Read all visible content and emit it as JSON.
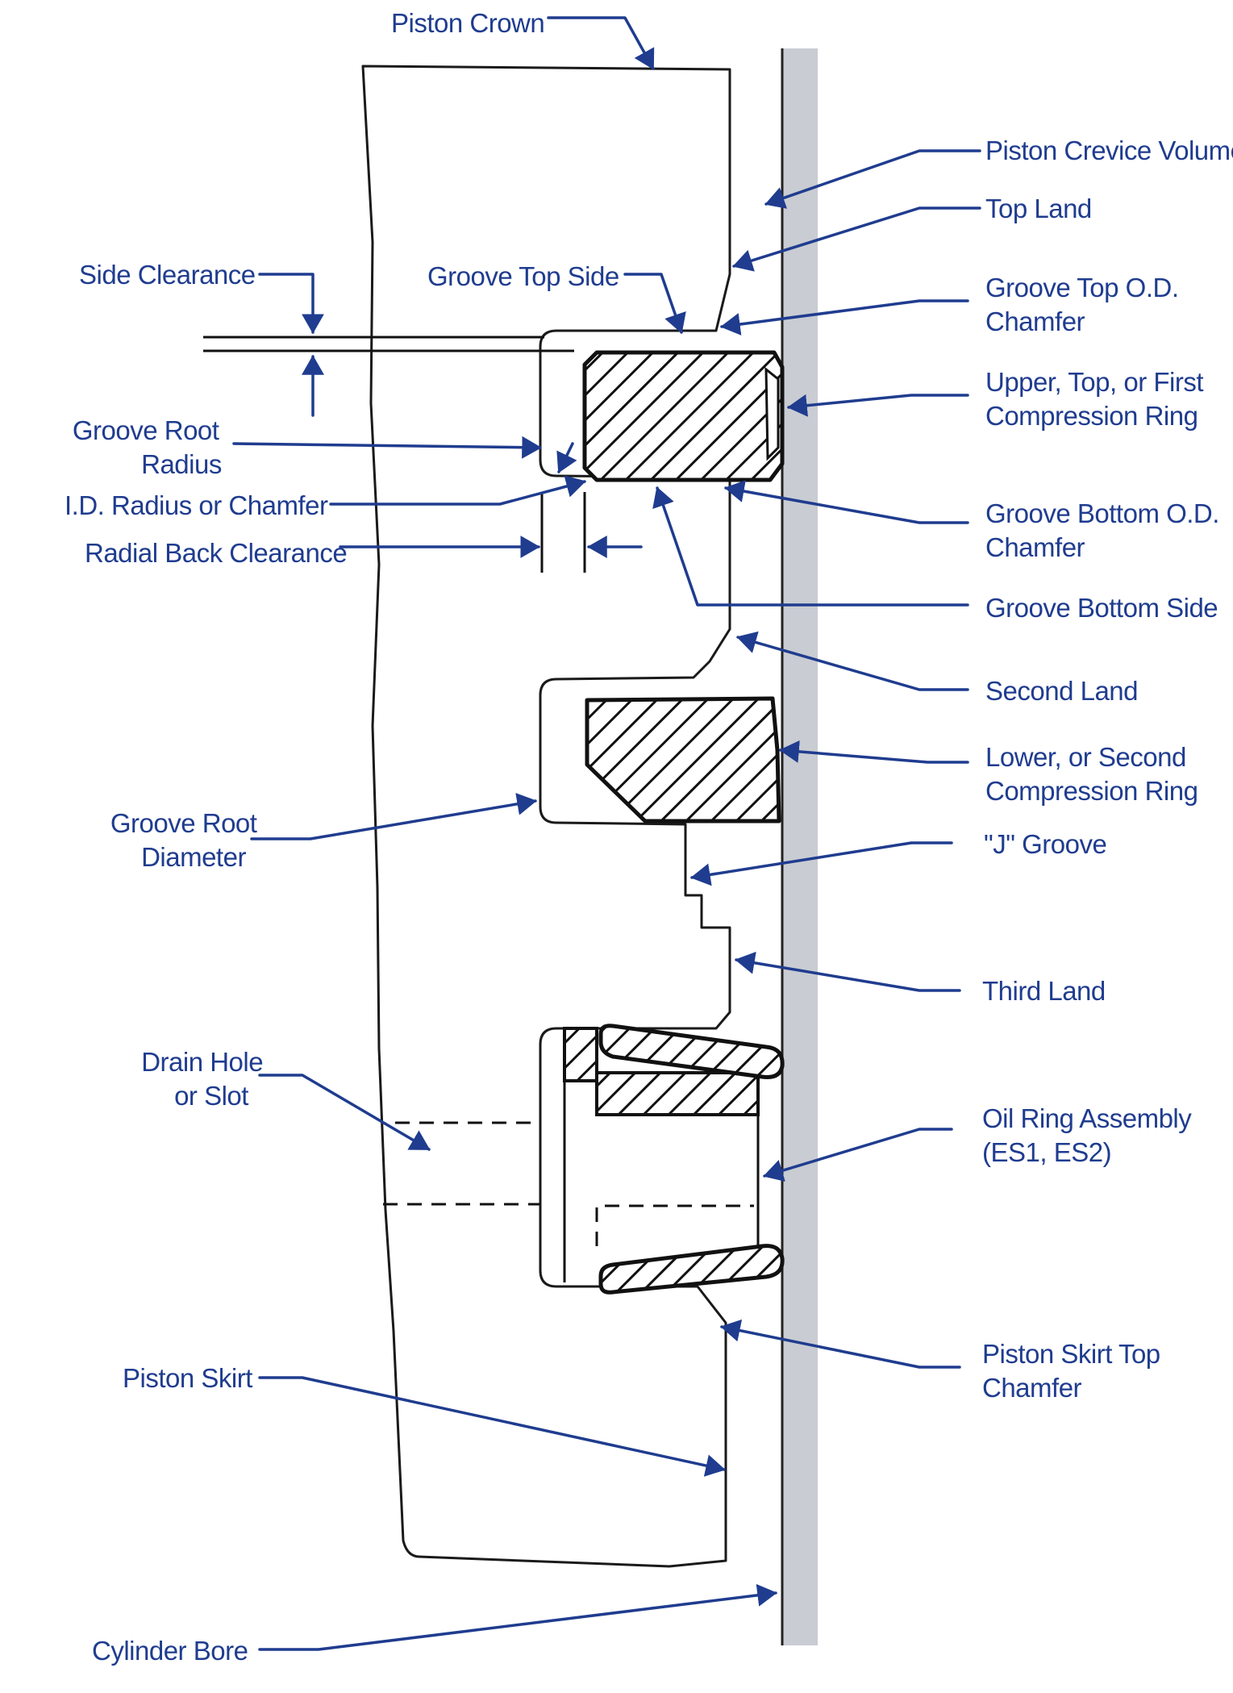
{
  "colors": {
    "label": "#1f3c8f",
    "cylinder_wall": "#c9ccd2",
    "outline": "#1a1a1a"
  },
  "labels": {
    "piston_crown": "Piston Crown",
    "piston_crevice_volume": "Piston Crevice Volume",
    "top_land": "Top Land",
    "side_clearance": "Side Clearance",
    "groove_top_side": "Groove Top Side",
    "groove_top_od_chamfer": [
      "Groove Top O.D.",
      "Chamfer"
    ],
    "upper_top_first_ring": [
      "Upper, Top, or First",
      "Compression Ring"
    ],
    "groove_root_radius": [
      "Groove Root",
      "Radius"
    ],
    "id_radius_chamfer": "I.D. Radius or Chamfer",
    "radial_back_clearance": "Radial Back Clearance",
    "groove_bottom_od_chamfer": [
      "Groove Bottom O.D.",
      "Chamfer"
    ],
    "groove_bottom_side": "Groove Bottom Side",
    "second_land": "Second Land",
    "lower_second_ring": [
      "Lower, or Second",
      "Compression Ring"
    ],
    "groove_root_diameter": [
      "Groove Root",
      "Diameter"
    ],
    "j_groove": "\"J\" Groove",
    "third_land": "Third Land",
    "drain_hole": [
      "Drain Hole",
      "or Slot"
    ],
    "oil_ring_assembly": [
      "Oil Ring Assembly",
      "(ES1, ES2)"
    ],
    "piston_skirt": "Piston Skirt",
    "piston_skirt_top_chamfer": [
      "Piston Skirt Top",
      "Chamfer"
    ],
    "cylinder_bore": "Cylinder Bore"
  }
}
